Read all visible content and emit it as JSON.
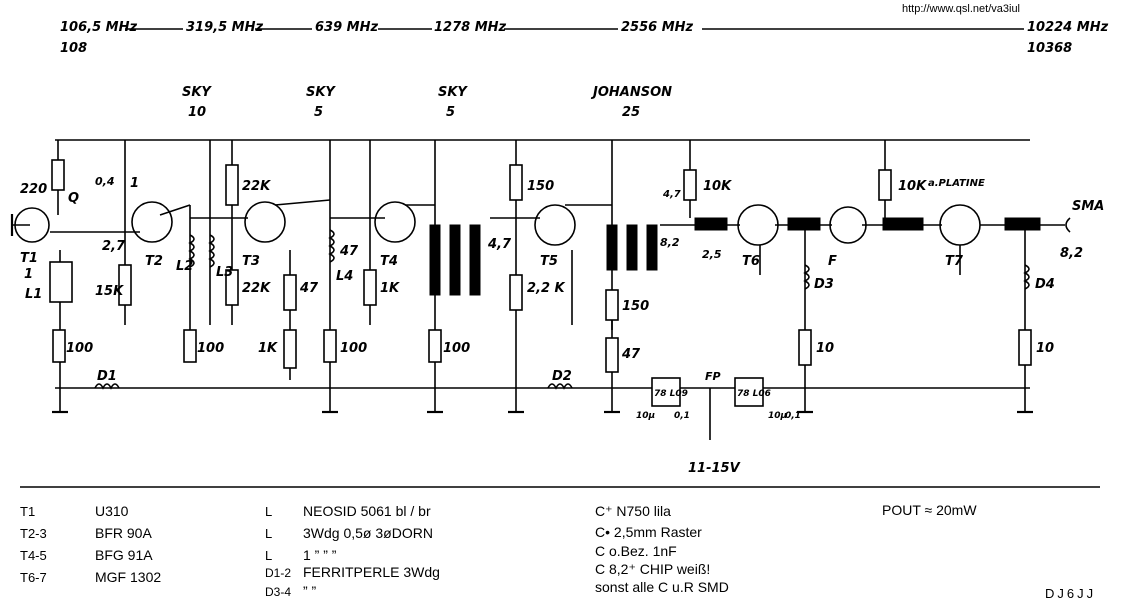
{
  "url": "http://www.qsl.net/va3iul",
  "frequencies": {
    "f1": "106,5 MHz",
    "f1b": "108",
    "f2": "319,5 MHz",
    "f3": "639 MHz",
    "f4": "1278 MHz",
    "f5": "2556 MHz",
    "f6": "10224 MHz",
    "f6b": "10368"
  },
  "filters": {
    "sky1": "SKY",
    "sky1_n": "10",
    "sky2": "SKY",
    "sky2_n": "5",
    "sky3": "SKY",
    "sky3_n": "5",
    "johanson": "JOHANSON",
    "johanson_n": "25"
  },
  "labels": {
    "r220": "220",
    "q": "Q",
    "c0_4": "0,4",
    "c1a": "1",
    "c2_7": "2,7",
    "t1": "T1",
    "t1n": "1",
    "l1": "L1",
    "r15k": "15K",
    "r100a": "100",
    "d1": "D1",
    "t2": "T2",
    "l2": "L2",
    "r100b": "100",
    "r22ka": "22K",
    "t3": "T3",
    "l3": "L3",
    "r22kb": "22K",
    "c47a": "47",
    "l4": "L4",
    "r47b": "47",
    "r1ka": "1K",
    "r100c": "100",
    "t4": "T4",
    "r1kb": "1K",
    "r100d": "100",
    "c4_7": "4,7",
    "r150a": "150",
    "t5": "T5",
    "r2_2k": "2,2 K",
    "d2": "D2",
    "r150b": "150",
    "r47c": "47",
    "c4_7b": "4,7",
    "c8_2": "8,2",
    "c2_5": "2,5",
    "r10ka": "10K",
    "t6": "T6",
    "d3": "D3",
    "r10a": "10",
    "r10kb": "10K",
    "platine": "a.PLATINE",
    "f": "F",
    "t7": "T7",
    "d4": "D4",
    "r10b": "10",
    "sma": "SMA",
    "c8_2b": "8,2",
    "reg1": "78 L09",
    "reg2": "78 L06",
    "c10u": "10µ",
    "c01": "0,1",
    "fp": "FP",
    "supply": "11-15V",
    "c10u2": "10µ",
    "c01b": "0,1"
  },
  "bom": {
    "col1": [
      {
        "ref": "T1",
        "val": "U310"
      },
      {
        "ref": "T2-3",
        "val": "BFR 90A"
      },
      {
        "ref": "T4-5",
        "val": "BFG 91A"
      },
      {
        "ref": "T6-7",
        "val": "MGF 1302"
      }
    ],
    "col2": [
      {
        "ref": "L",
        "val": "NEOSID 5061 bl / br"
      },
      {
        "ref": "L",
        "val": "3Wdg 0,5ø 3øDORN"
      },
      {
        "ref": "L",
        "val": "1 ” ” ”"
      },
      {
        "ref": "D1-2",
        "val": "FERRITPERLE 3Wdg"
      },
      {
        "ref": "D3-4",
        "val": "” ”"
      }
    ],
    "col3": [
      "C⁺ N750 lila",
      "C• 2,5mm Raster",
      "C o.Bez. 1nF",
      "C 8,2⁺ CHIP weiß!",
      "sonst alle C u.R SMD"
    ],
    "pout": "POUT ≈ 20mW",
    "sign": "DJ6JJ"
  }
}
